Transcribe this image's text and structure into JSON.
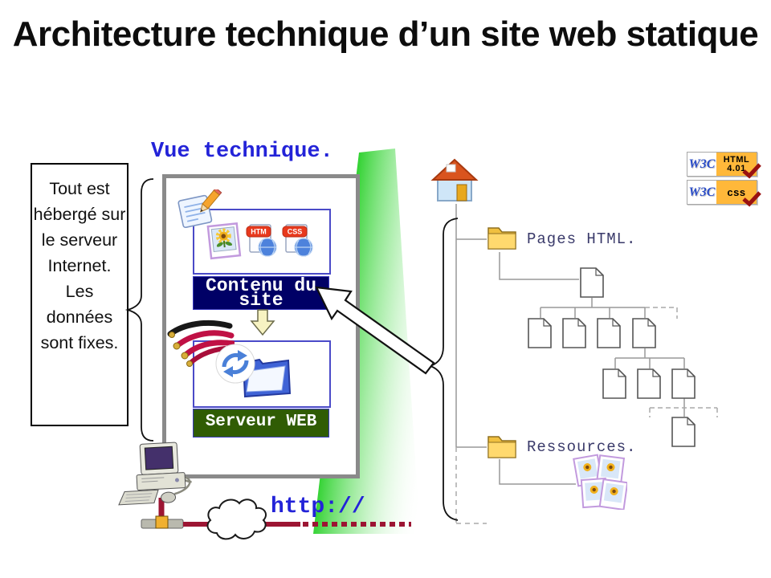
{
  "slide": {
    "title": "Architecture technique d’un site web statique"
  },
  "annotation": {
    "text": "Tout est hébergé sur le serveur Internet. Les données sont fixes."
  },
  "technical_view": {
    "heading": "Vue technique.",
    "content_banner": "Contenu du\nsite",
    "server_banner": "Serveur WEB",
    "file_icons": {
      "htm": "HTM",
      "css": "CSS"
    }
  },
  "network": {
    "protocol": "http://"
  },
  "site_structure": {
    "pages_label": "Pages HTML.",
    "resources_label": "Ressources."
  },
  "badges": {
    "html": {
      "org": "W3C",
      "name": "HTML",
      "version": "4.01"
    },
    "css": {
      "org": "W3C",
      "name": "css"
    }
  },
  "colors": {
    "heading_blue": "#2323d8",
    "banner_navy": "#000066",
    "banner_green": "#305c04",
    "network_red": "#9c1533",
    "beam_green": "#2bd42b",
    "badge_gold": "#ffb83a",
    "check_red": "#991111",
    "tree_label": "#3a3a6a"
  }
}
